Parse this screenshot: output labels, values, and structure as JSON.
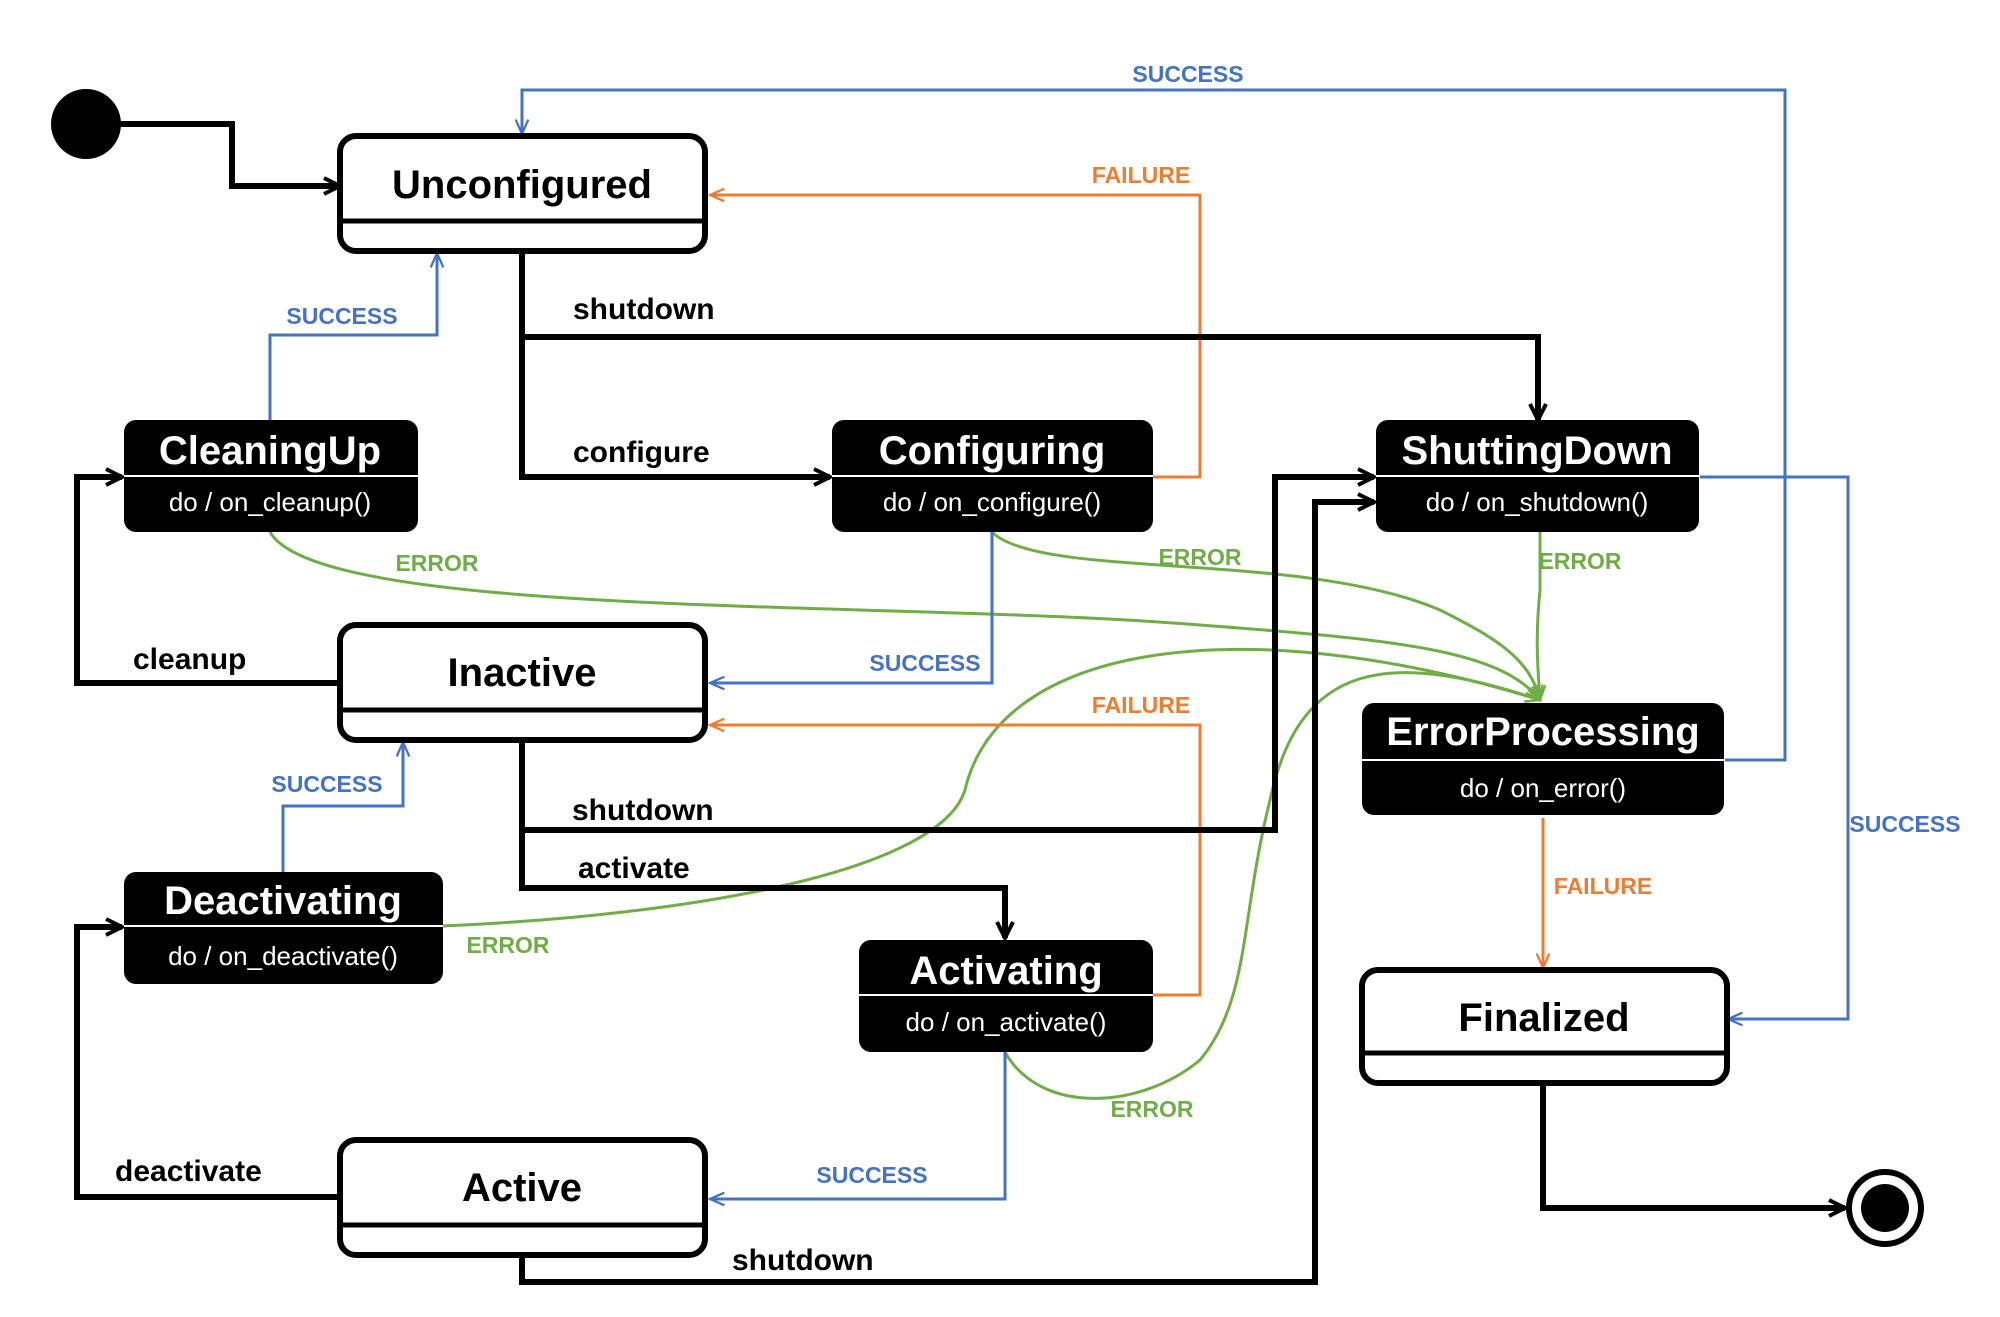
{
  "colors": {
    "transition": "#000000",
    "success": "#4472C4",
    "failure": "#ED7D31",
    "error": "#70AD47"
  },
  "states": {
    "unconfigured": {
      "name": "Unconfigured"
    },
    "inactive": {
      "name": "Inactive"
    },
    "active": {
      "name": "Active"
    },
    "finalized": {
      "name": "Finalized"
    },
    "cleaningup": {
      "name": "CleaningUp",
      "action": "do / on_cleanup()"
    },
    "configuring": {
      "name": "Configuring",
      "action": "do / on_configure()"
    },
    "shuttingdown": {
      "name": "ShuttingDown",
      "action": "do / on_shutdown()"
    },
    "errorprocessing": {
      "name": "ErrorProcessing",
      "action": "do / on_error()"
    },
    "deactivating": {
      "name": "Deactivating",
      "action": "do / on_deactivate()"
    },
    "activating": {
      "name": "Activating",
      "action": "do / on_activate()"
    }
  },
  "events": {
    "shutdown_1": "shutdown",
    "configure": "configure",
    "cleanup": "cleanup",
    "shutdown_2": "shutdown",
    "activate": "activate",
    "deactivate": "deactivate",
    "shutdown_3": "shutdown"
  },
  "results": {
    "success_top": "SUCCESS",
    "failure_configuring": "FAILURE",
    "success_cleaningup": "SUCCESS",
    "error_cleaningup": "ERROR",
    "error_configuring": "ERROR",
    "error_shuttingdown": "ERROR",
    "success_configuring": "SUCCESS",
    "failure_activating": "FAILURE",
    "success_deactivating": "SUCCESS",
    "error_deactivating": "ERROR",
    "failure_errorprocessing": "FAILURE",
    "success_shuttingdown": "SUCCESS",
    "error_activating": "ERROR",
    "success_activating": "SUCCESS"
  }
}
